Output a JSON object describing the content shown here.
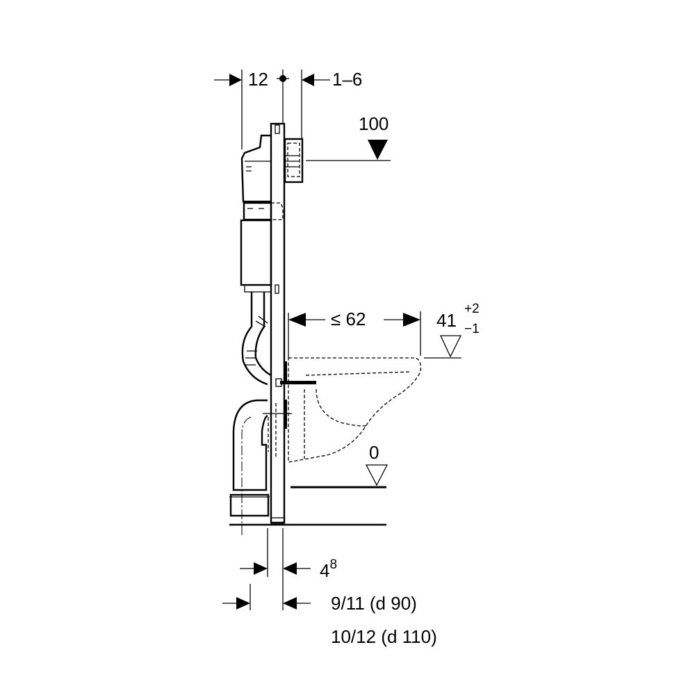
{
  "dimensions": {
    "offset_left": "12",
    "offset_right": "1–6",
    "flush_height": "100",
    "projection": "≤ 62",
    "seat_height": "41",
    "seat_tol_plus": "+2",
    "seat_tol_minus": "−1",
    "floor_level": "0",
    "frame_depth": "4",
    "frame_depth_sup": "8",
    "pipe_small": "9/11 (d 90)",
    "pipe_large": "10/12 (d 110)"
  }
}
